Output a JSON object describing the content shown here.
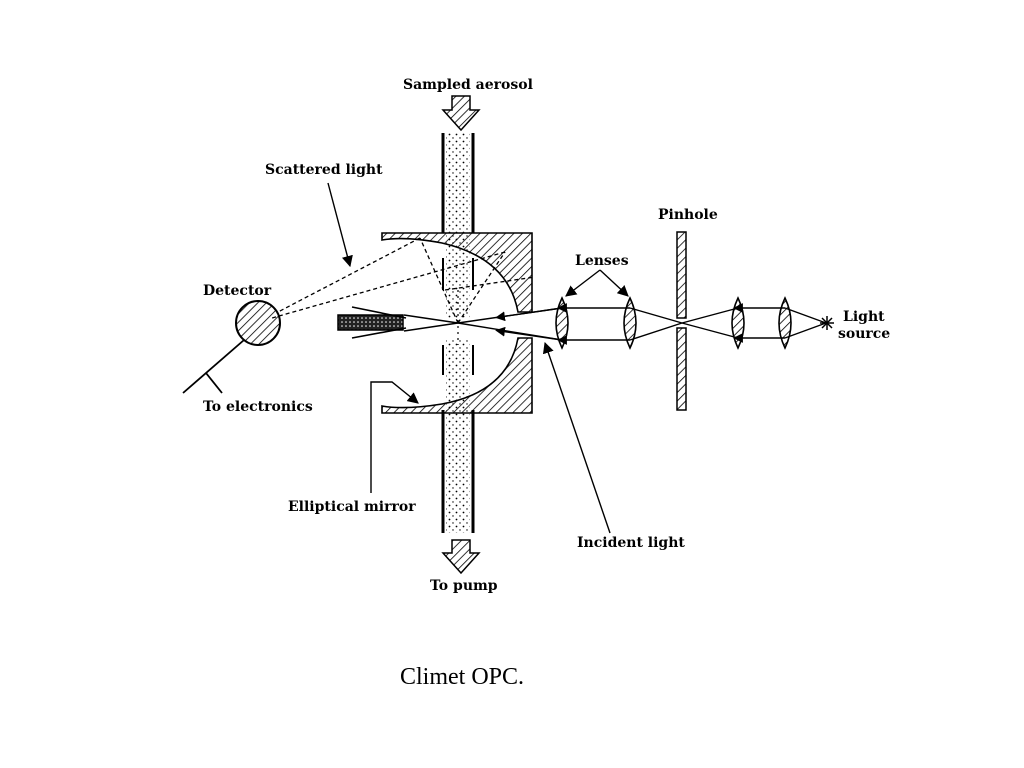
{
  "labels": {
    "sampled_aerosol": "Sampled aerosol",
    "scattered_light": "Scattered light",
    "pinhole": "Pinhole",
    "lenses": "Lenses",
    "detector": "Detector",
    "light": "Light",
    "source": "source",
    "to_electronics": "To electronics",
    "elliptical_mirror": "Elliptical mirror",
    "incident_light": "Incident light",
    "to_pump": "To pump"
  },
  "caption": "Climet OPC."
}
